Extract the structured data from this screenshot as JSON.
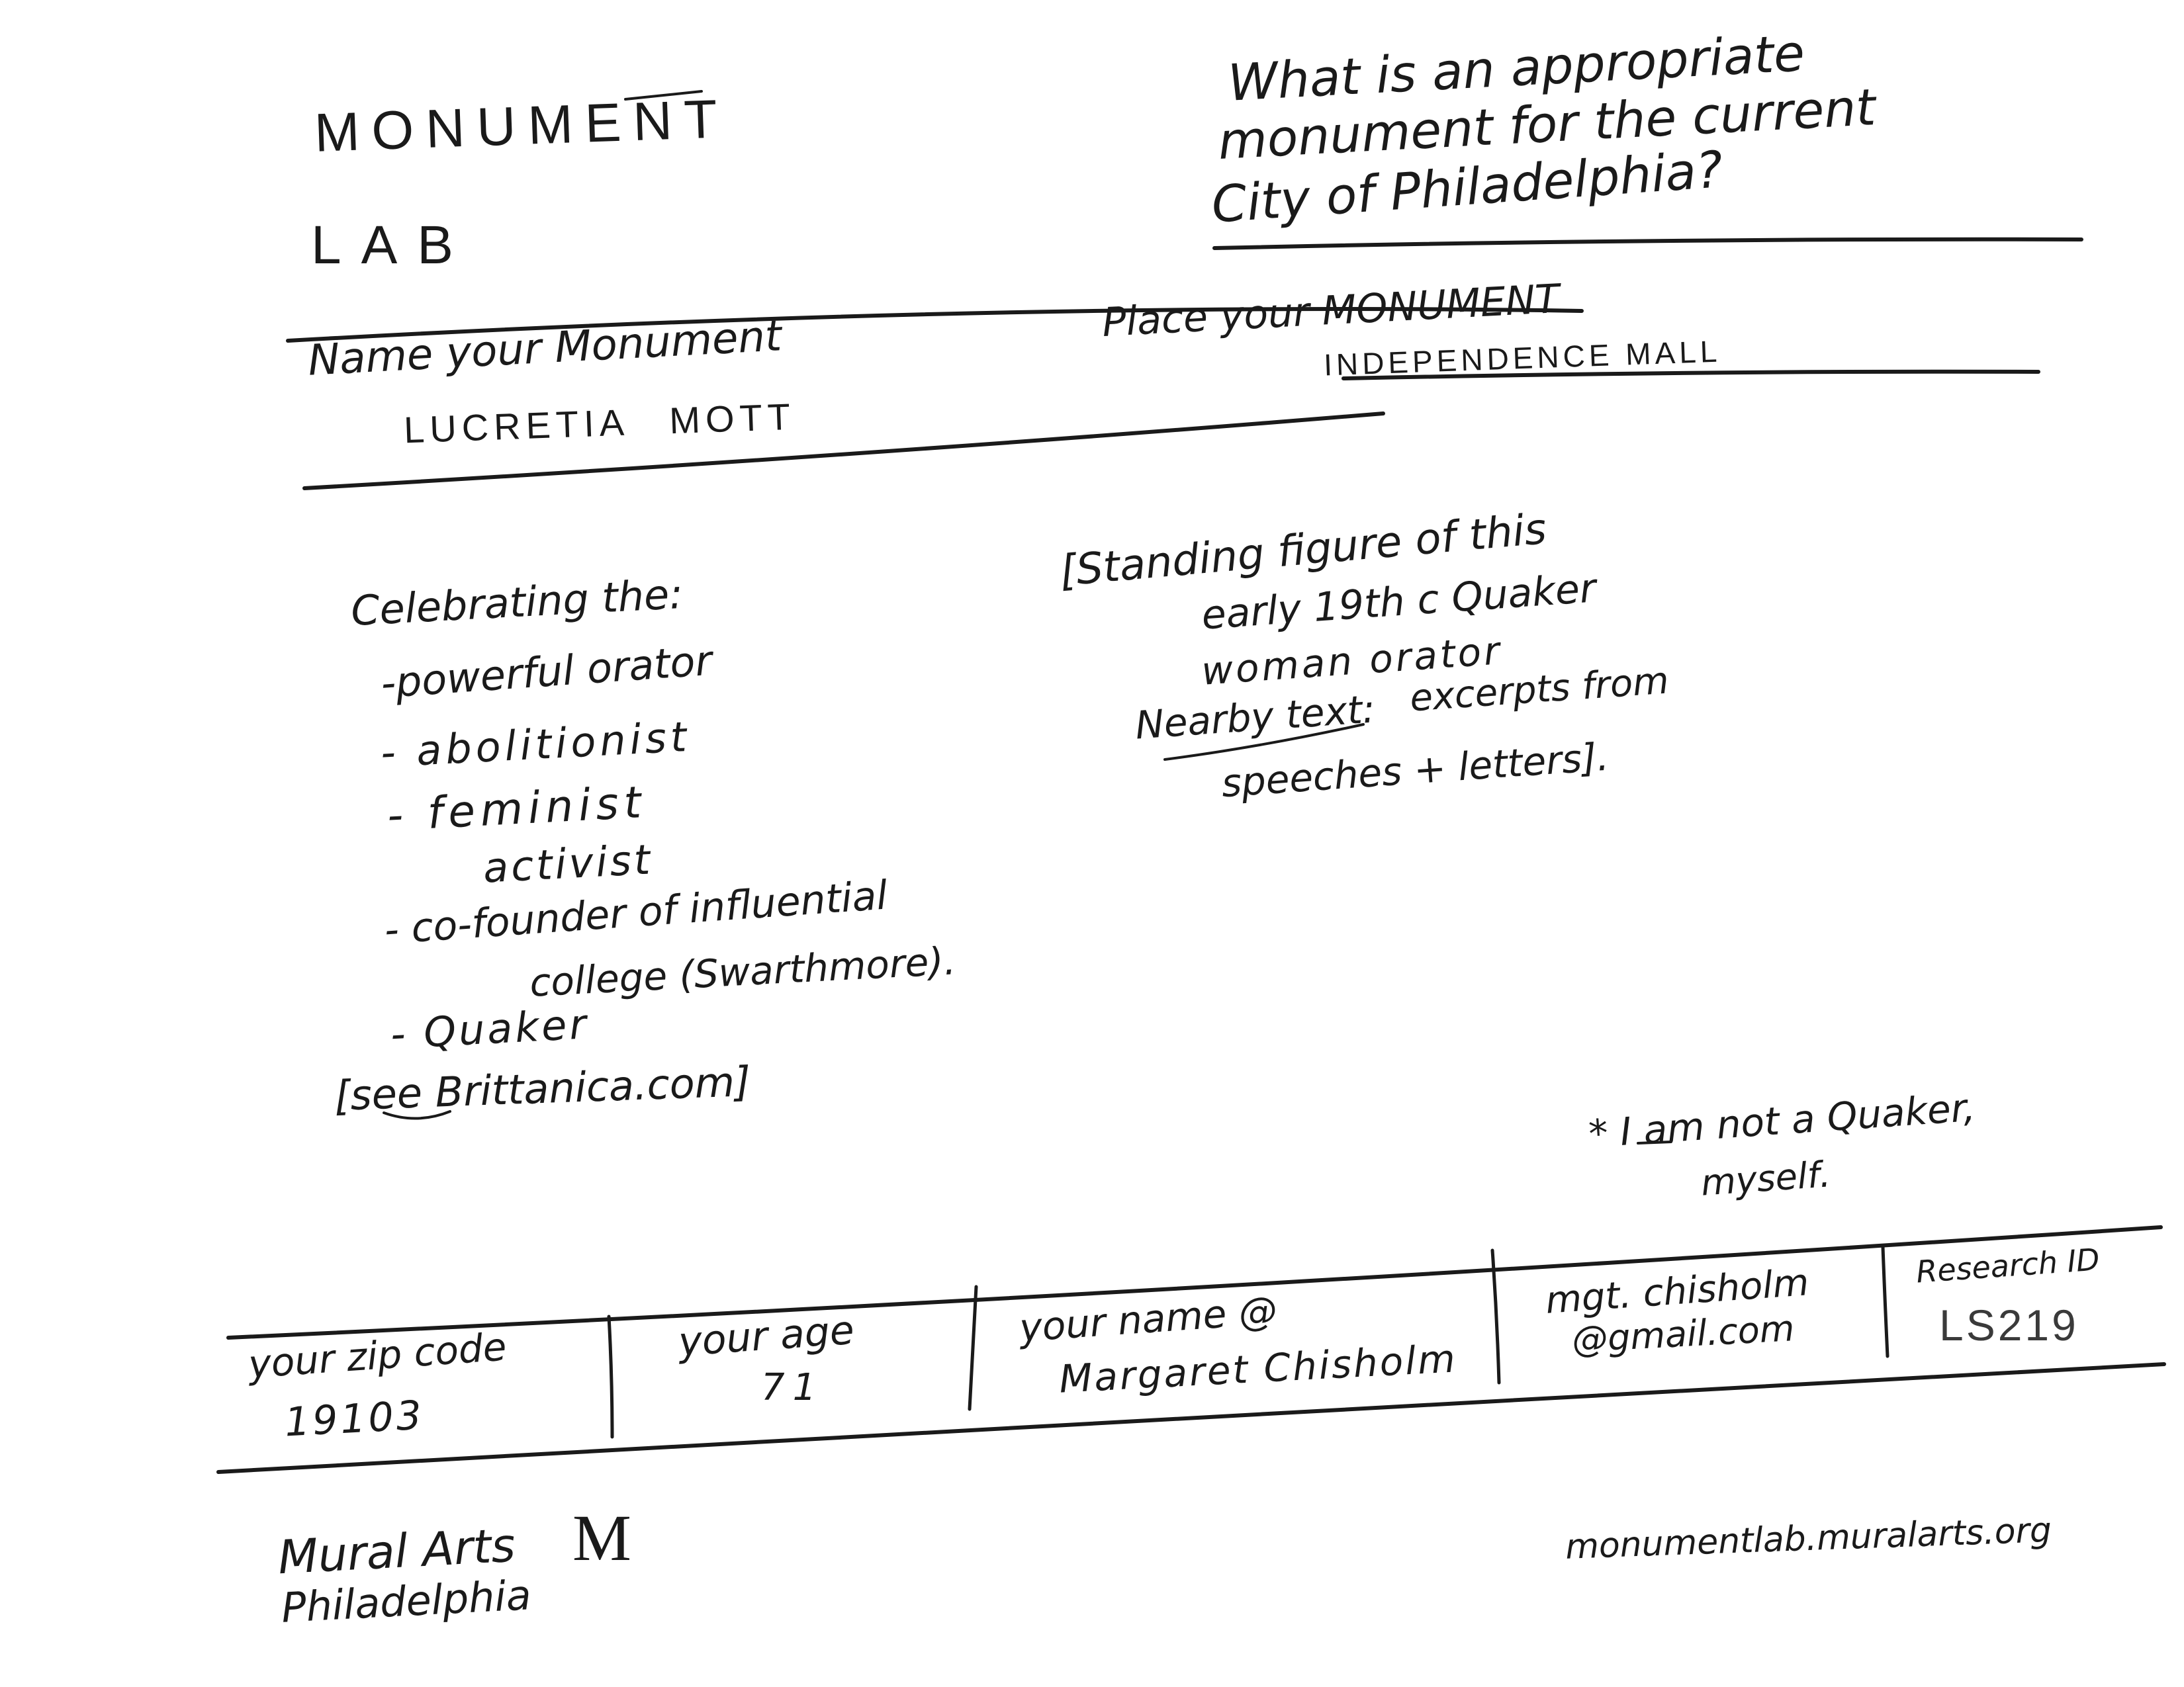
{
  "header": {
    "brand_line1": "MONUMENT",
    "brand_line2": "LAB",
    "prompt_line1": "What is an appropriate",
    "prompt_line2": "monument for the current",
    "prompt_line3": "City of Philadelphia?"
  },
  "fields": {
    "name_label": "Name your Monument",
    "name_value": "LUCRETIA MOTT",
    "place_label": "Place your MONUMENT",
    "place_value": "INDEPENDENCE MALL"
  },
  "celebrating": {
    "heading": "Celebrating the:",
    "items": [
      "-powerful orator",
      "- abolitionist",
      "- feminist",
      "activist",
      "- co-founder of influential",
      "college (Swarthmore).",
      "- Quaker"
    ],
    "reference": "[see Brittanica.com]"
  },
  "description": {
    "line1": "[Standing figure of this",
    "line2": "early 19th c Quaker",
    "line3": "woman orator",
    "line4_label": "Nearby text:",
    "line4_value": "excerpts from",
    "line5": "speeches + letters]."
  },
  "note": {
    "line1": "* I am not a Quaker,",
    "line2": "myself."
  },
  "footer_fields": {
    "zip_label": "your zip code",
    "zip_value": "19103",
    "age_label": "your age",
    "age_value": "71",
    "name_label": "your name @",
    "name_value": "Margaret Chisholm",
    "email_line1": "mgt. chisholm",
    "email_line2": "@gmail.com",
    "research_label": "Research ID",
    "research_value": "LS219"
  },
  "footer": {
    "org_line1": "Mural Arts",
    "org_mark": "M",
    "org_line2": "Philadelphia",
    "website": "monumentlab.muralarts.org"
  },
  "colors": {
    "ink": "#1a1a1a",
    "paper": "#ffffff"
  }
}
